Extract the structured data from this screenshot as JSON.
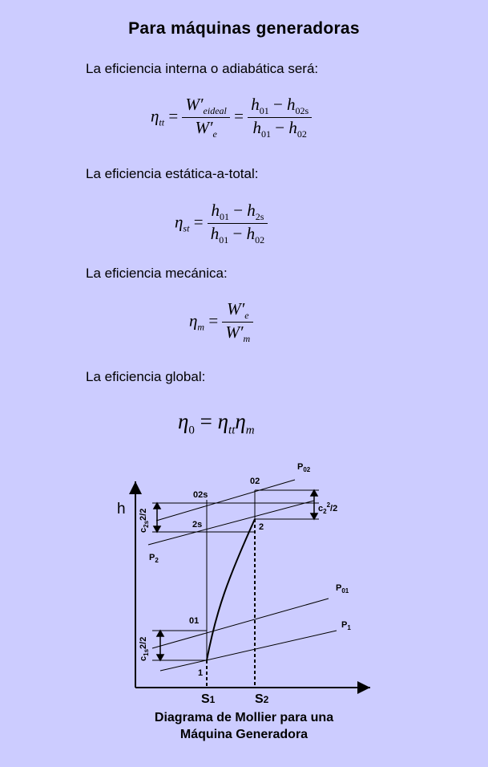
{
  "title": "Para máquinas generadoras",
  "sections": [
    {
      "label": "La eficiencia interna o adiabática será:"
    },
    {
      "label": "La eficiencia estática-a-total:"
    },
    {
      "label": "La eficiencia mecánica:"
    },
    {
      "label": "La eficiencia global:"
    }
  ],
  "equations": {
    "eta_tt": {
      "lhs_sym": "η",
      "lhs_sub": "tt",
      "n1": "W′",
      "n1_sub": "eideal",
      "d1": "W′",
      "d1_sub": "e",
      "n2a": "h",
      "n2a_sub": "01",
      "n2b": "h",
      "n2b_sub": "02s",
      "d2a": "h",
      "d2a_sub": "01",
      "d2b": "h",
      "d2b_sub": "02"
    },
    "eta_st": {
      "lhs_sym": "η",
      "lhs_sub": "st",
      "na": "h",
      "na_sub": "01",
      "nb": "h",
      "nb_sub": "2s",
      "da": "h",
      "da_sub": "01",
      "db": "h",
      "db_sub": "02"
    },
    "eta_m": {
      "lhs_sym": "η",
      "lhs_sub": "m",
      "n": "W′",
      "n_sub": "e",
      "d": "W′",
      "d_sub": "m"
    },
    "eta_0": {
      "lhs_sym": "η",
      "lhs_sub": "0",
      "a": "η",
      "a_sub": "tt",
      "b": "η",
      "b_sub": "m"
    }
  },
  "diagram": {
    "axis_h": "h",
    "labels": {
      "P02": "P",
      "P02_sub": "02",
      "p02": "02",
      "p02s": "02s",
      "p2s": "2s",
      "p2": "2",
      "P2": "P",
      "P2_sub": "2",
      "P01": "P",
      "P01_sub": "01",
      "P1": "P",
      "P1_sub": "1",
      "p01": "01",
      "p1": "1",
      "S1": "S",
      "S1_sub": "1",
      "S2": "S",
      "S2_sub": "2",
      "c2": "c",
      "c2_sup": "2",
      "c2_sub": "2",
      "c2_tail": "/2",
      "c2s": "c",
      "c2s_sub": "2s",
      "c2s_tail": "2/2",
      "c1s": "c",
      "c1s_sub": "1s",
      "c1s_tail": "2/2"
    },
    "caption_line1": "Diagrama de Mollier para una",
    "caption_line2": "Máquina Generadora"
  }
}
